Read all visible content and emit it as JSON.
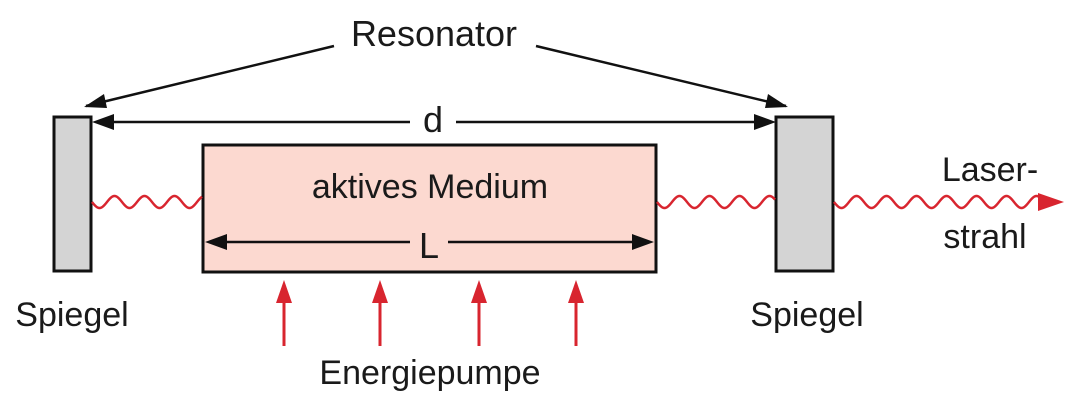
{
  "labels": {
    "resonator": "Resonator",
    "distance_d": "d",
    "medium": "aktives Medium",
    "length_L": "L",
    "mirror_left": "Spiegel",
    "mirror_right": "Spiegel",
    "laser_line1": "Laser-",
    "laser_line2": "strahl",
    "pump": "Energiepumpe"
  },
  "colors": {
    "mirror_fill": "#d4d4d4",
    "medium_fill": "#fcd9d0",
    "wave_red": "#d8252f",
    "stroke": "#111111"
  },
  "icons": {
    "pump_arrows": "arrow-up-icon",
    "laser_beam": "wavy-arrow-right-icon"
  }
}
